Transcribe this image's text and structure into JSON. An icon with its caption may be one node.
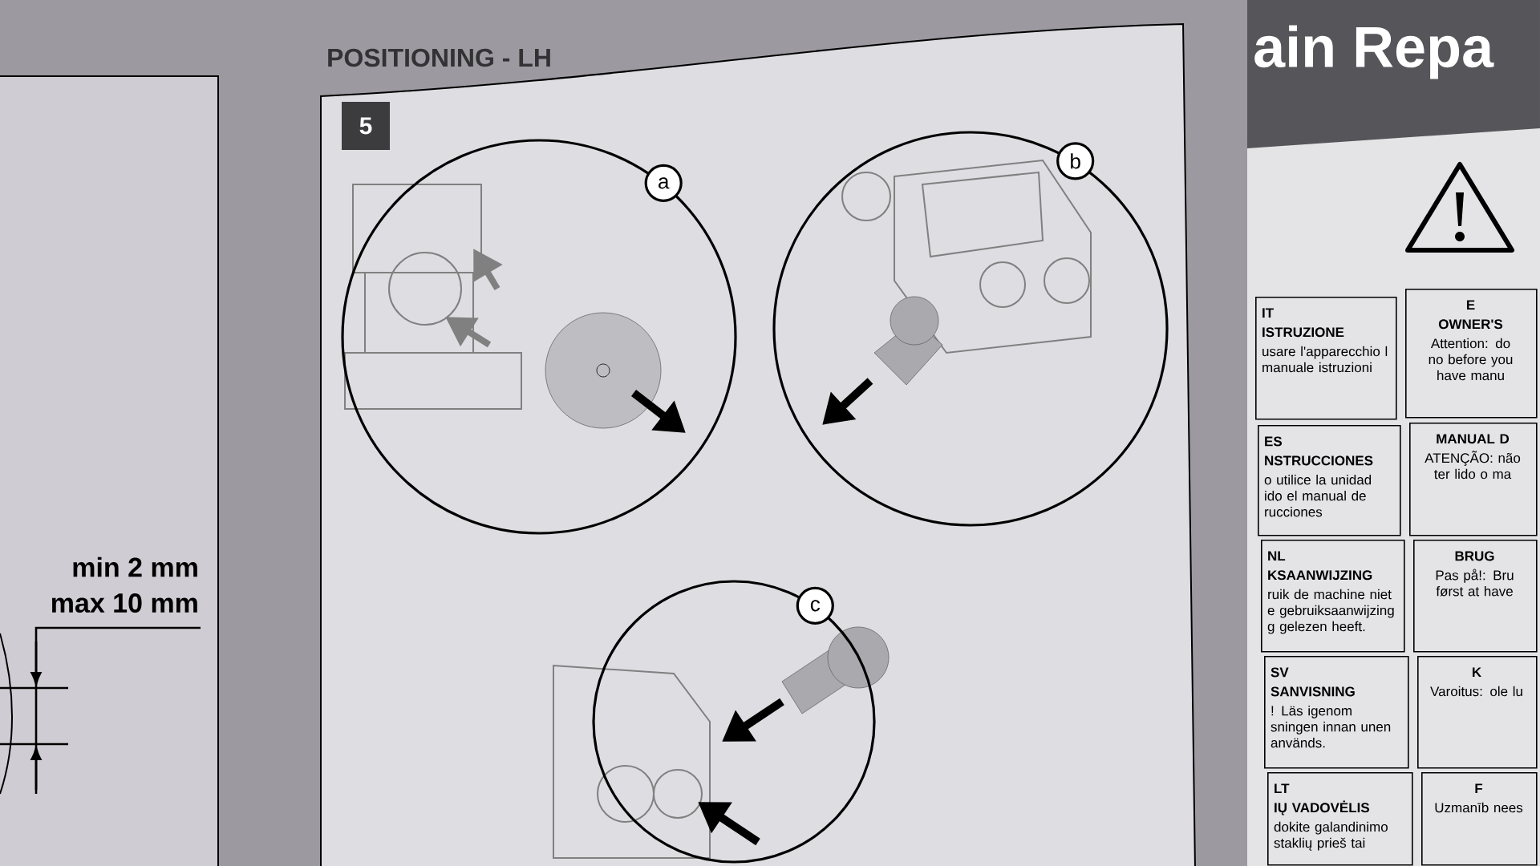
{
  "diagram": {
    "title": "POSITIONING - LH",
    "nodes": [
      {
        "text": [
          "a"
        ]
      },
      {
        "text": [
          "b"
        ]
      },
      {
        "text": [
          "c"
        ]
      },
      {
        "text": [
          "IT",
          "ISTRUZIONE",
          "usare l'apparecchio l manuale istruzioni"
        ]
      },
      {
        "text": [
          "E",
          "OWNER'S",
          "Attention: do no before you have manu"
        ]
      },
      {
        "text": [
          "ES",
          "NSTRUCCIONES",
          "o utilice la unidad ido el manual de rucciones"
        ]
      },
      {
        "text": [
          "MANUAL D",
          "ATENÇÃO: não ter lido o ma"
        ]
      },
      {
        "text": [
          "NL",
          "KSAANWIJZING",
          "ruik de machine niet e gebruiksaanwijzing g gelezen heeft."
        ]
      },
      {
        "text": [
          "BRUG",
          "Pas på!: Bru først at have"
        ]
      },
      {
        "text": [
          "SV",
          "SANVISNING",
          "! Läs igenom sningen innan unen används."
        ]
      },
      {
        "text": [
          "K",
          "Varoitus: ole lu"
        ]
      },
      {
        "text": [
          "LT",
          "IŲ VADOVĖLIS",
          "dokite galandinimo staklių prieš tai"
        ]
      },
      {
        "text": [
          "F",
          "Uzmanīb nees"
        ]
      }
    ],
    "labels": [
      "5",
      "min 2 mm",
      "max 10 mm",
      "ain Repa"
    ]
  }
}
